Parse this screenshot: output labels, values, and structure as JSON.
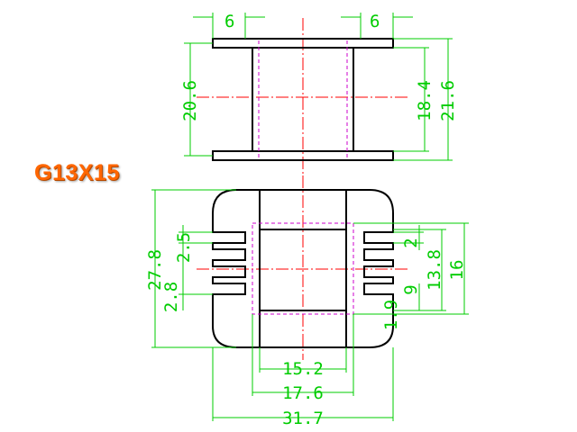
{
  "part_label": "G13X15",
  "colors": {
    "outline": "#000000",
    "dimension": "#00cc00",
    "centerline": "#ff0000",
    "hidden": "#cc00cc",
    "label": "#ff6600"
  },
  "top_view": {
    "dims": {
      "flange_left": "6",
      "flange_right": "6",
      "overall_height": "20.6",
      "inner_height": "18.4",
      "outer_height": "21.6"
    }
  },
  "front_view": {
    "dims": {
      "height_total": "27.8",
      "pitch_upper": "2.5",
      "pitch_lower": "2.8",
      "slot_pitch": "2",
      "slot_count": "9",
      "window_height": "13.8",
      "outer_height": "16",
      "offset": "1.9",
      "width_inner": "15.2",
      "width_mid": "17.6",
      "width_total": "31.7"
    }
  }
}
